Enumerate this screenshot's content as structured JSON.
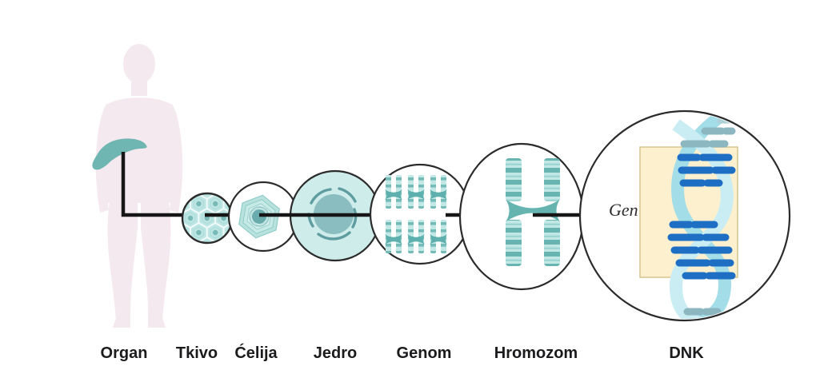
{
  "diagram": {
    "title_present": false,
    "stages": [
      {
        "id": "organ",
        "label": "Organ"
      },
      {
        "id": "tkivo",
        "label": "Tkivo"
      },
      {
        "id": "celija",
        "label": "Ćelija"
      },
      {
        "id": "jedro",
        "label": "Jedro"
      },
      {
        "id": "genom",
        "label": "Genom"
      },
      {
        "id": "hromozom",
        "label": "Hromozom"
      },
      {
        "id": "dnk",
        "label": "DNK"
      }
    ],
    "gene_label": "Gen",
    "icons": [
      "human-silhouette",
      "liver-organ-icon",
      "tissue-hexcells-icon",
      "cell-icon",
      "nucleus-icon",
      "genome-chromosomes-icon",
      "chromosome-icon",
      "dna-helix-icon",
      "gene-highlight-rect"
    ],
    "palette": {
      "teal_dark": "#5db0ae",
      "teal_light": "#c2e8e6",
      "jedro_fill": "#cdecea",
      "base_pair_blue": "#1e6fc4",
      "base_pair_gray": "#8cb7c0",
      "ribbon_cyan": "#a3dde8",
      "gene_box_cream": "#fcf0cf",
      "connector_black": "#161616",
      "silhouette_pink": "#f4e9ee"
    }
  }
}
